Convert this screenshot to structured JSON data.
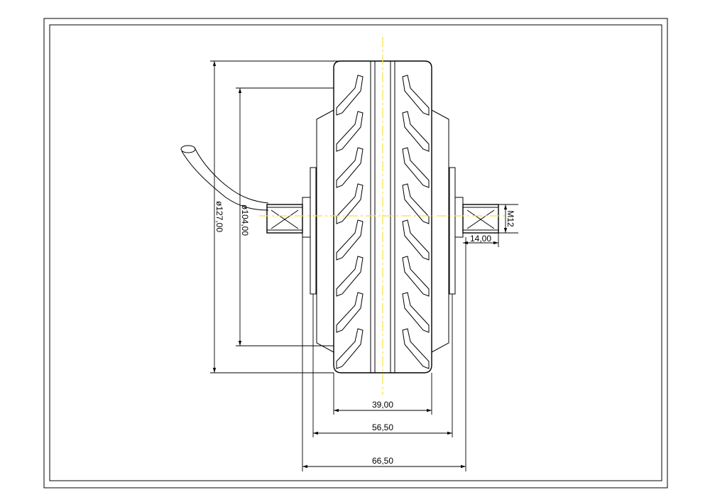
{
  "drawing": {
    "subject": "hub-motor-wheel",
    "colors": {
      "lines": "#000000",
      "centerline": "#f2e33a",
      "background": "#ffffff"
    },
    "dimensions": {
      "tire_diameter": "ø127,00",
      "hub_diameter": "ø104,00",
      "tread_width": "39,00",
      "hub_width": "56,50",
      "overall_width": "66,50",
      "axle_length": "14,00",
      "thread": "M12"
    }
  }
}
